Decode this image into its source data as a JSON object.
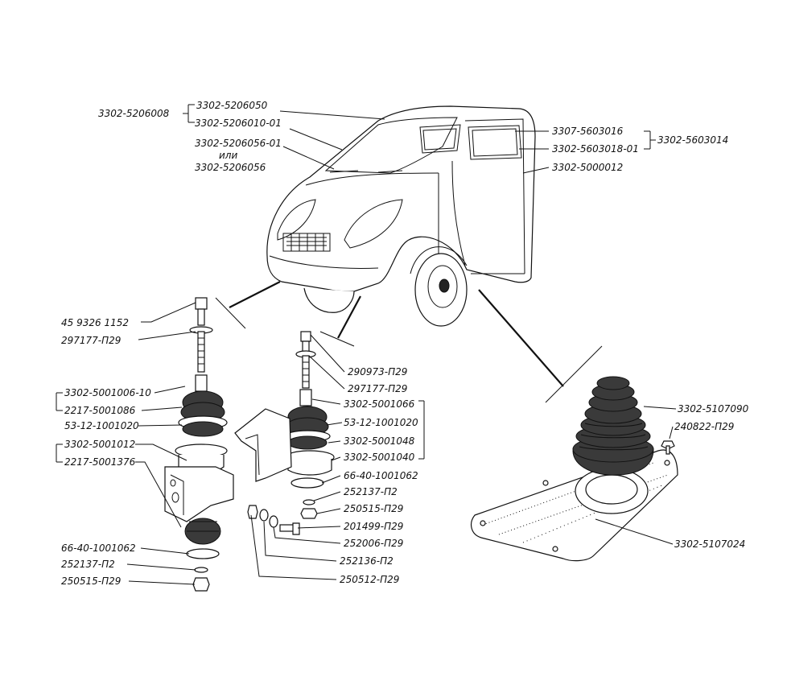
{
  "labels": {
    "l1": "3302-5206008",
    "l2": "3302-5206050",
    "l3": "3302-5206010-01",
    "l4": "3302-5206056-01",
    "l5": "или",
    "l6": "3302-5206056",
    "l7": "3307-5603016",
    "l8": "3302-5603018-01",
    "l9": "3302-5603014",
    "l10": "3302-5000012",
    "l11": "45 9326 1152",
    "l12": "297177-П29",
    "l13": "290973-П29",
    "l14": "297177-П29",
    "l15": "3302-5001006-10",
    "l16": "2217-5001086",
    "l17": "53-12-1001020",
    "l18": "3302-5001012",
    "l19": "2217-5001376",
    "l20": "3302-5001066",
    "l21": "53-12-1001020",
    "l22": "3302-5001048",
    "l23": "3302-5001040",
    "l24": "66-40-1001062",
    "l25": "252137-П2",
    "l26": "250515-П29",
    "l27": "201499-П29",
    "l28": "252006-П29",
    "l29": "252136-П2",
    "l30": "250512-П29",
    "l31": "66-40-1001062",
    "l32": "252137-П2",
    "l33": "250515-П29",
    "l34": "3302-5107090",
    "l35": "240822-П29",
    "l36": "3302-5107024"
  }
}
